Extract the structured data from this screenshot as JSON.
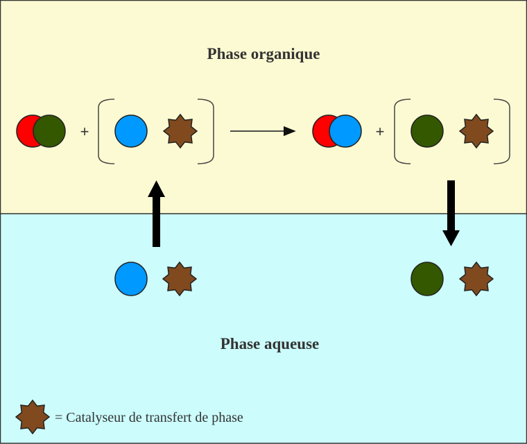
{
  "phases": {
    "organic": {
      "label": "Phase organique",
      "color": "#fcfad2"
    },
    "aqueous": {
      "label": "Phase aqueuse",
      "color": "#ccfcfc"
    }
  },
  "colors": {
    "red": "#ff0000",
    "green": "#335800",
    "blue": "#0099ff",
    "catalyst": "#804a1e",
    "stroke": "#222222"
  },
  "reaction": {
    "plus_sign": "+",
    "reactants": [
      "red-green molecule",
      "[blue ion + catalyst] complex"
    ],
    "products": [
      "red-blue molecule",
      "[green ion + catalyst] complex"
    ]
  },
  "transfer": {
    "up": "blue ion + catalyst move from aqueous to organic phase",
    "down": "green ion + catalyst move from organic to aqueous phase"
  },
  "legend": {
    "text": "= Catalyseur de transfert de phase"
  }
}
